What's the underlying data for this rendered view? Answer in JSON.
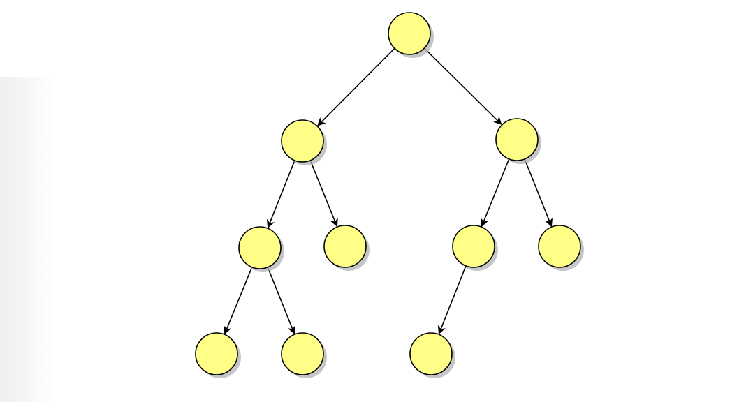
{
  "diagram": {
    "type": "binary-tree",
    "colors": {
      "node_fill": "#ffff88",
      "node_stroke": "#000000",
      "edge": "#000000",
      "shadow": "#b3b3b3",
      "background": "#ffffff"
    },
    "nodes": [
      {
        "id": "root"
      },
      {
        "id": "l"
      },
      {
        "id": "r"
      },
      {
        "id": "ll"
      },
      {
        "id": "lr"
      },
      {
        "id": "rl"
      },
      {
        "id": "rr"
      },
      {
        "id": "lll"
      },
      {
        "id": "llr"
      },
      {
        "id": "rll"
      }
    ],
    "edges": [
      {
        "from": "root",
        "to": "l"
      },
      {
        "from": "root",
        "to": "r"
      },
      {
        "from": "l",
        "to": "ll"
      },
      {
        "from": "l",
        "to": "lr"
      },
      {
        "from": "r",
        "to": "rl"
      },
      {
        "from": "r",
        "to": "rr"
      },
      {
        "from": "ll",
        "to": "lll"
      },
      {
        "from": "ll",
        "to": "llr"
      },
      {
        "from": "rl",
        "to": "rll"
      }
    ]
  }
}
